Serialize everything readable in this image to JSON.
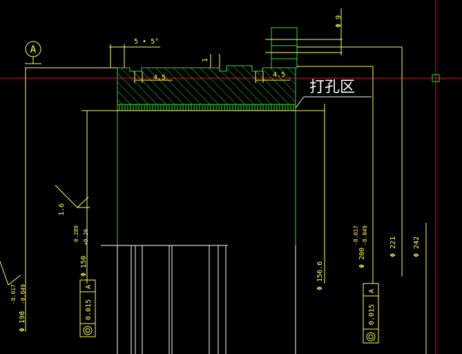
{
  "colors": {
    "background": "#000000",
    "dimension": "#ffff66",
    "part_outline": "#33dd33",
    "crosshair": "#ee1111",
    "note": "#ffffff"
  },
  "drawing": {
    "datum_label": "A",
    "chamfer_label": "5 • 5°",
    "step_label": "1",
    "groove_left_label": "4.5",
    "groove_right_label": "4.5",
    "drill_zone_label": "打孔区",
    "hole_dia_label": "Φ 9",
    "roughness_value": "1.6",
    "dim_150": {
      "base": "Φ 150",
      "upper": "0.289",
      "lower": "+0.26"
    },
    "dim_198": {
      "base": "Φ 198",
      "upper": "-0.017",
      "lower": "-0.049"
    },
    "dim_200": {
      "base": "Φ 200",
      "upper": "-0.017",
      "lower": "-0.049"
    },
    "dim_156": "Φ 156.6",
    "dim_221": "Φ 221",
    "dim_242": "Φ 242",
    "tolerance_left": {
      "value": "0.015",
      "datum": "A"
    },
    "tolerance_right": {
      "value": "0.015",
      "datum": "A"
    }
  }
}
